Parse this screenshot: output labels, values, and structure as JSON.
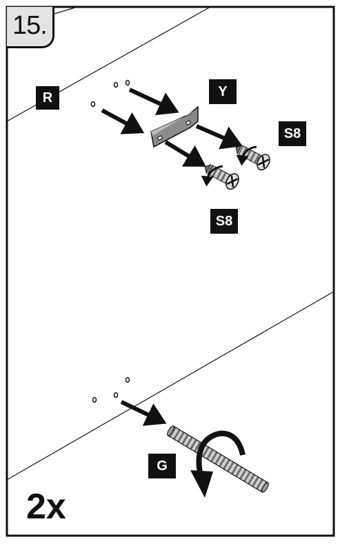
{
  "step": {
    "number": "15."
  },
  "labels": {
    "r": "R",
    "y": "Y",
    "s8_top": "S8",
    "s8_bottom": "S8",
    "g": "G"
  },
  "quantity": "2x"
}
